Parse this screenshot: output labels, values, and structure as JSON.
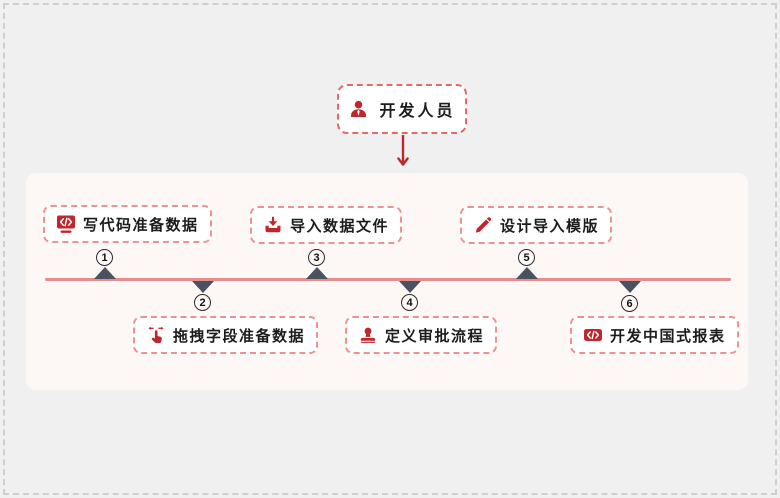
{
  "colors": {
    "accent_red": "#c0272d",
    "box_border_red": "#ec9292",
    "timeline_line": "#e58e8d",
    "triangle": "#4a5260",
    "panel_bg": "#fdf8f6",
    "page_bg": "#f0f0f1",
    "text": "#1c1c1e"
  },
  "actor": {
    "label": "开发人员",
    "icon": "person-icon"
  },
  "timeline": {
    "steps": [
      {
        "num": "1",
        "label": "写代码准备数据",
        "icon": "code-icon",
        "position": "above"
      },
      {
        "num": "2",
        "label": "拖拽字段准备数据",
        "icon": "drag-hand-icon",
        "position": "below"
      },
      {
        "num": "3",
        "label": "导入数据文件",
        "icon": "import-icon",
        "position": "above"
      },
      {
        "num": "4",
        "label": "定义审批流程",
        "icon": "stamp-icon",
        "position": "below"
      },
      {
        "num": "5",
        "label": "设计导入模版",
        "icon": "pen-icon",
        "position": "above"
      },
      {
        "num": "6",
        "label": "开发中国式报表",
        "icon": "report-code-icon",
        "position": "below"
      }
    ]
  }
}
